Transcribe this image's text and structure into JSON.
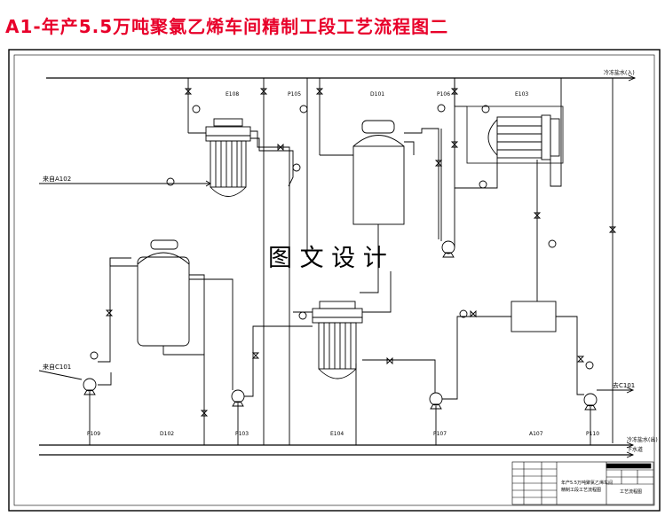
{
  "title": "A1-年产5.5万吨聚氯乙烯车间精制工段工艺流程图二",
  "watermark": "图 文 设 计",
  "equipment_tags": [
    "E108",
    "P105",
    "D101",
    "P106",
    "E103",
    "P109",
    "D102",
    "P103",
    "E104",
    "P107",
    "A107",
    "P110"
  ],
  "stream_labels": {
    "top_right": "冷冻盐水(入)",
    "bottom_right_in": "冷冻盐水(出)",
    "bottom_right_out": "下水道",
    "from_a102": "来自A102",
    "from_c101": "来自C101",
    "to_c101": "去C101"
  },
  "title_block": {
    "drawing_name_1": "年产5.5万吨聚氯乙烯车间",
    "drawing_name_2": "精制工段工艺流程图",
    "sheet": "工艺流程图"
  },
  "colors": {
    "title": "#e8002a",
    "line": "#000000"
  }
}
